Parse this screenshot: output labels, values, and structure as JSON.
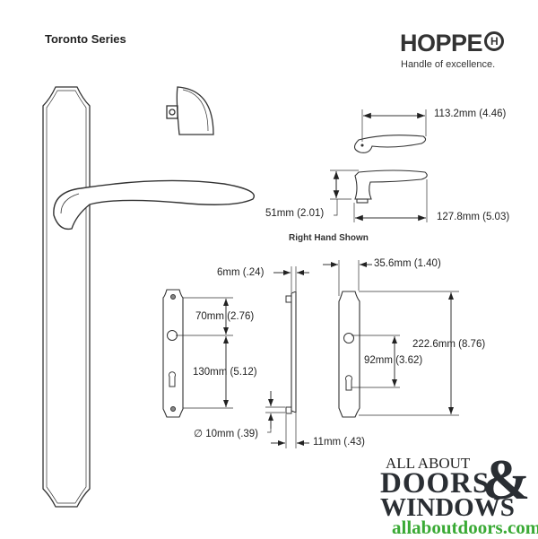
{
  "title": "Toronto Series",
  "brand": {
    "name": "HOPPE",
    "tagline": "Handle of excellence."
  },
  "note": "Right Hand Shown",
  "dimensions": {
    "lever_top_length": "113.2mm (4.46)",
    "lever_height": "51mm (2.01)",
    "lever_length": "127.8mm (5.03)",
    "plate_thickness": "6mm (.24)",
    "plate_width": "35.6mm (1.40)",
    "spindle_to_top": "70mm (2.76)",
    "spindle_to_bottom": "130mm (5.12)",
    "plate_height": "222.6mm (8.76)",
    "backset": "92mm (3.62)",
    "screw_diameter": "∅ 10mm (.39)",
    "profile_depth": "11mm (.43)"
  },
  "watermark": {
    "line1": "ALL ABOUT",
    "line2": "DOORS",
    "ampersand": "&",
    "line3": "WINDOWS",
    "url": "allaboutdoors.com",
    "url_color": "#3aaa35"
  }
}
